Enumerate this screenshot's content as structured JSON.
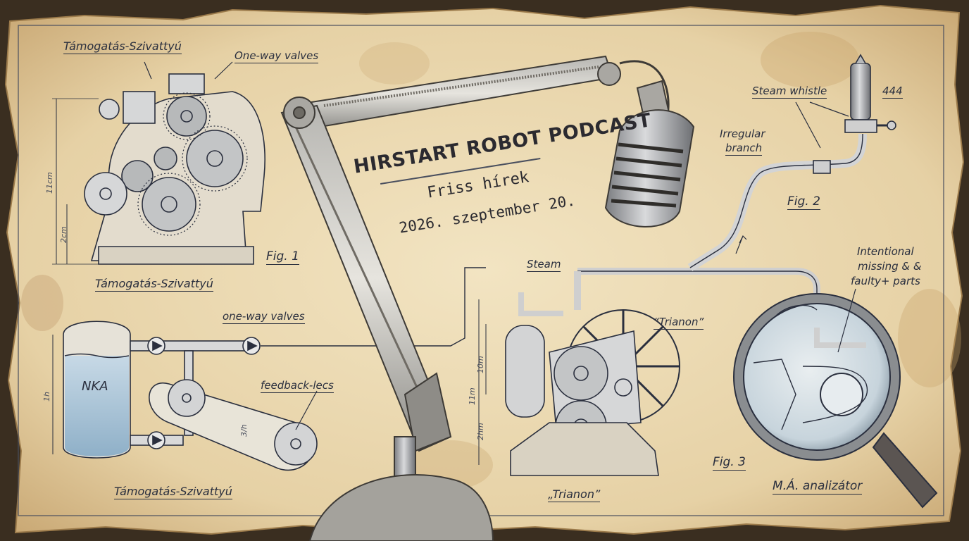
{
  "podcast": {
    "title": "HIRSTART ROBOT PODCAST",
    "subtitle": "Friss hírek",
    "date": "2026. szeptember 20."
  },
  "labels": {
    "fig1_pump_top": "Támogatás-Szivattyú",
    "fig1_valves": "One-way valves",
    "fig1_pump_bottom": "Támogatás-Szivattyú",
    "fig1": "Fig. 1",
    "valves_lower": "one-way valves",
    "nka": "NKA",
    "feedback": "feedback-lecs",
    "pump_lower": "Támogatás-Szivattyú",
    "steam_whistle": "Steam whistle",
    "whistle_number": "444",
    "irregular_branch_1": "Irregular",
    "irregular_branch_2": "branch",
    "fig2": "Fig. 2",
    "intentional_1": "Intentional",
    "intentional_2": "missing & &",
    "intentional_3": "faulty+ parts",
    "steam": "Steam",
    "trianon_quote": "“Trianon”",
    "trianon_bottom": "„Trianon”",
    "fig3": "Fig. 3",
    "analyzer": "M.Á. analizátor"
  },
  "dimensions": {
    "d_11cm": "11cm",
    "d_2cm": "2cm",
    "d_1h": "1h",
    "d_3h": "3/h",
    "d_10m": "10m",
    "d_11m": "11m",
    "d_2hm": "2hm"
  },
  "colors": {
    "paper": "#ead9b4",
    "paper_dark": "#c9a874",
    "ink": "#2a2f3e",
    "metal": "#8a8c90",
    "water": "#a9c3d6"
  }
}
